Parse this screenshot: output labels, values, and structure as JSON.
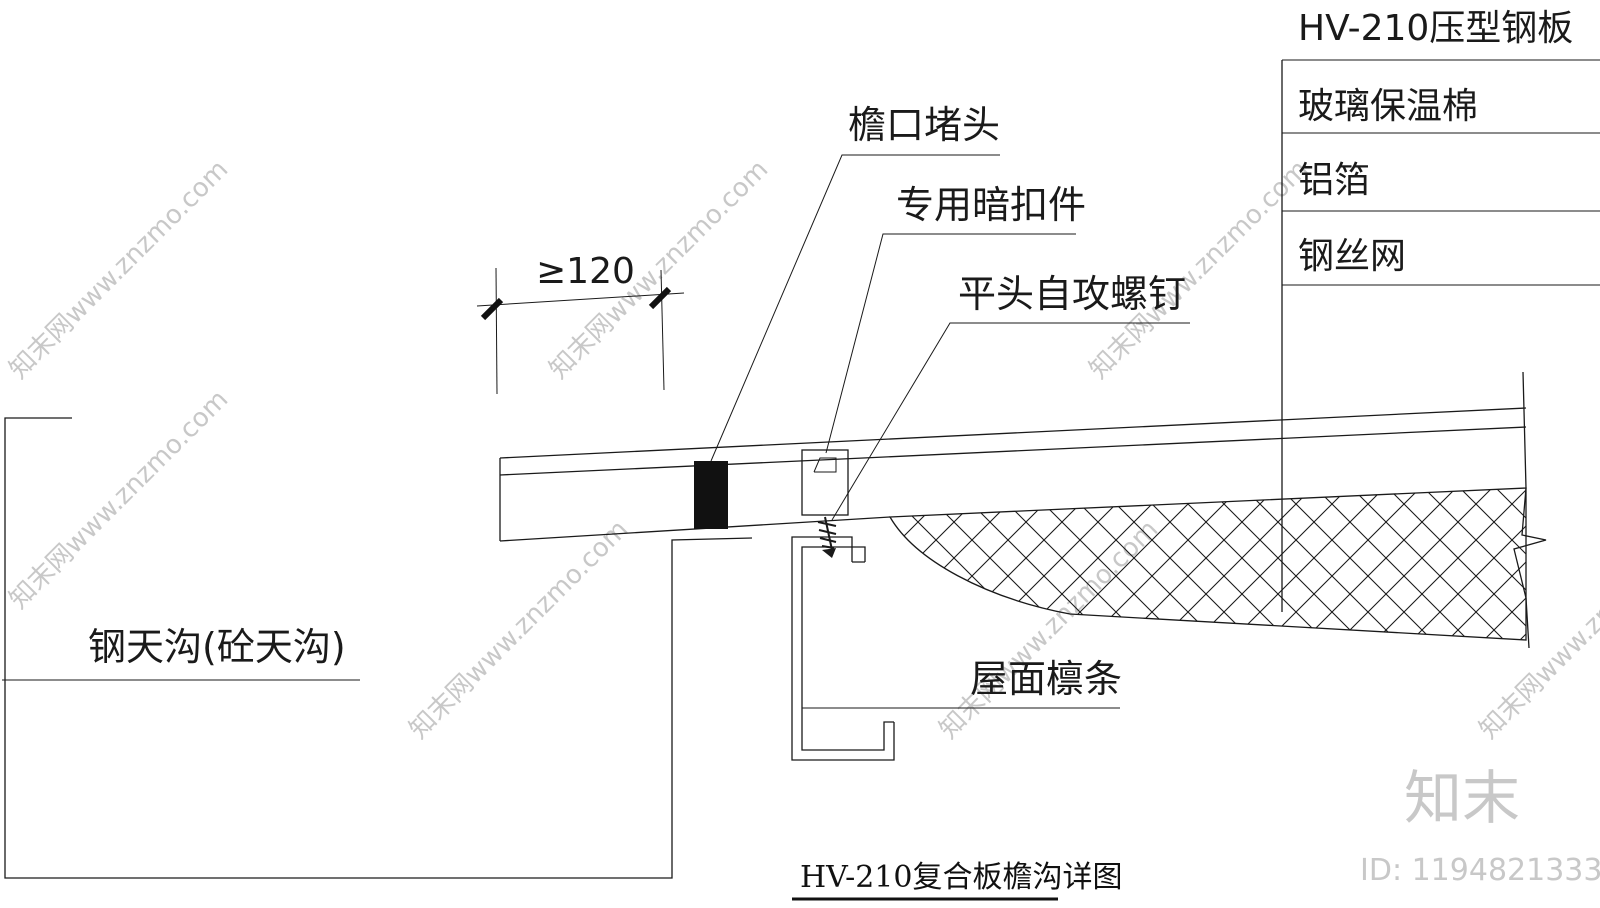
{
  "title": "HV-210复合板檐沟详图",
  "dimension": "≥120",
  "labels": {
    "eave_plug": "檐口堵头",
    "concealed_fastener": "专用暗扣件",
    "self_tapping_screw": "平头自攻螺钉",
    "steel_gutter": "钢天沟(砼天沟)",
    "roof_purlin": "屋面檩条"
  },
  "legend_layers": [
    "HV-210压型钢板",
    "玻璃保温棉",
    "铝箔",
    "钢丝网"
  ],
  "watermark": {
    "text": "知末网www.znzmo.com",
    "logo": "知末",
    "id": "ID: 1194821333"
  }
}
